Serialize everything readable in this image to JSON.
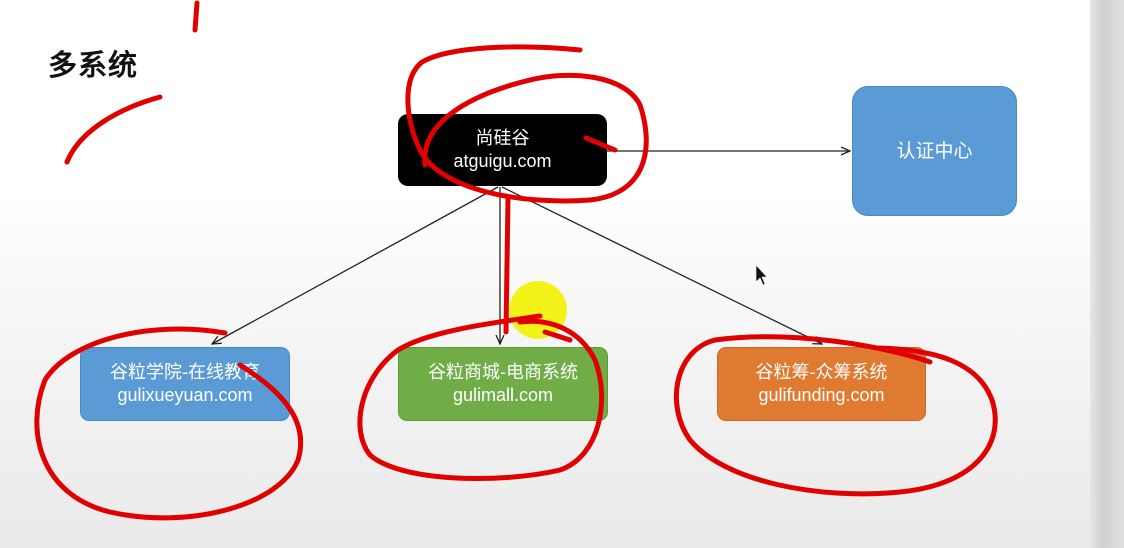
{
  "slide": {
    "title": "多系统"
  },
  "nodes": {
    "root": {
      "name": "尚硅谷",
      "domain": "atguigu.com"
    },
    "auth": {
      "name": "认证中心"
    },
    "edu": {
      "name": "谷粒学院-在线教育",
      "domain": "gulixueyuan.com"
    },
    "mall": {
      "name": "谷粒商城-电商系统",
      "domain": "gulimall.com"
    },
    "fund": {
      "name": "谷粒筹-众筹系统",
      "domain": "gulifunding.com"
    }
  },
  "colors": {
    "root": "#000000",
    "auth": "#5b9bd5",
    "edu": "#5b9bd5",
    "mall": "#70ad47",
    "fund": "#e07a30",
    "annotation": "#e00000",
    "highlight": "#f2f200"
  }
}
